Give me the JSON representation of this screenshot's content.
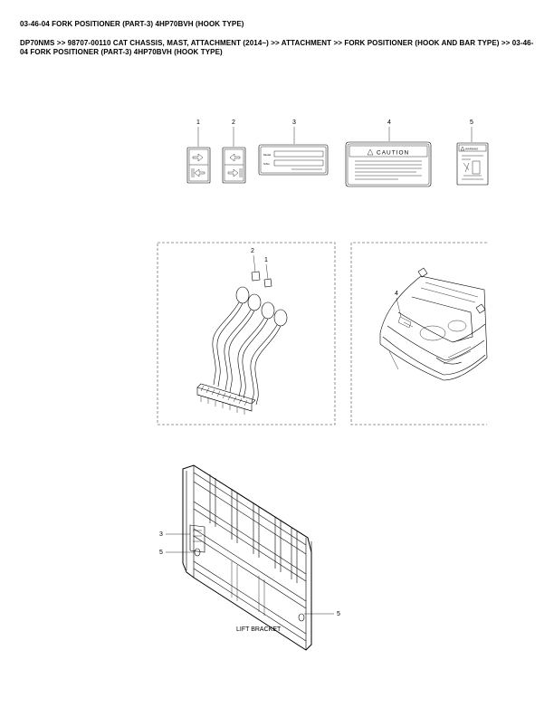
{
  "header": {
    "title": "03-46-04 FORK POSITIONER (PART-3) 4HP70BVH (HOOK TYPE)",
    "breadcrumb": "DP70NMS >> 98707-00110 CAT CHASSIS, MAST, ATTACHMENT (2014~) >> ATTACHMENT >> FORK POSITIONER (HOOK AND BAR TYPE) >> 03-46-04 FORK POSITIONER (PART-3) 4HP70BVH (HOOK TYPE)"
  },
  "decals": {
    "callouts": [
      "1",
      "2",
      "3",
      "4",
      "5"
    ],
    "plate_fields": [
      "Model",
      "S/No."
    ],
    "caution_text": "CAUTION",
    "warning_text": "WARNING"
  },
  "lever_view": {
    "callouts": [
      "2",
      "1"
    ]
  },
  "console_view": {
    "callouts": [
      "4"
    ]
  },
  "bracket_view": {
    "callouts": [
      "3",
      "5",
      "5"
    ],
    "label": "LIFT BRACKET"
  }
}
